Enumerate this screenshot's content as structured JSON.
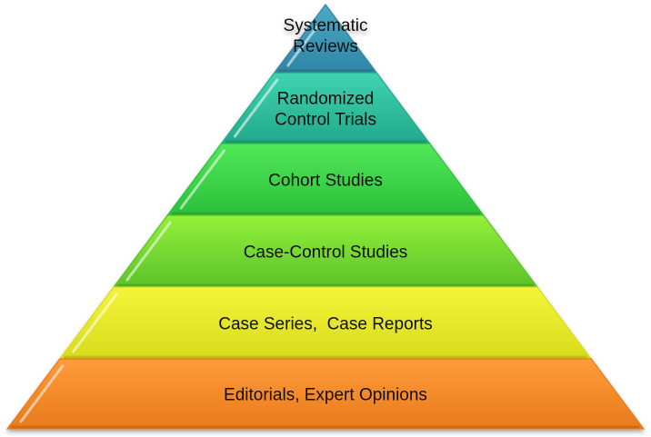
{
  "diagram": {
    "type": "pyramid",
    "title": "Evidence Pyramid",
    "levels": [
      {
        "lines": [
          "Systematic",
          "Reviews"
        ],
        "color_top": "#4aa9c6",
        "color_bottom": "#2f85a3"
      },
      {
        "lines": [
          "Randomized",
          "Control Trials"
        ],
        "color_top": "#3fd3b0",
        "color_bottom": "#22a98a"
      },
      {
        "lines": [
          "Cohort Studies"
        ],
        "color_top": "#52e85a",
        "color_bottom": "#2bbf3a"
      },
      {
        "lines": [
          "Case-Control Studies"
        ],
        "color_top": "#93f03a",
        "color_bottom": "#5cc22a"
      },
      {
        "lines": [
          "Case Series,  Case Reports"
        ],
        "color_top": "#f3f43a",
        "color_bottom": "#d8dc1c"
      },
      {
        "lines": [
          "Editorials, Expert Opinions"
        ],
        "color_top": "#ff9c3a",
        "color_bottom": "#e87a1c"
      }
    ]
  }
}
